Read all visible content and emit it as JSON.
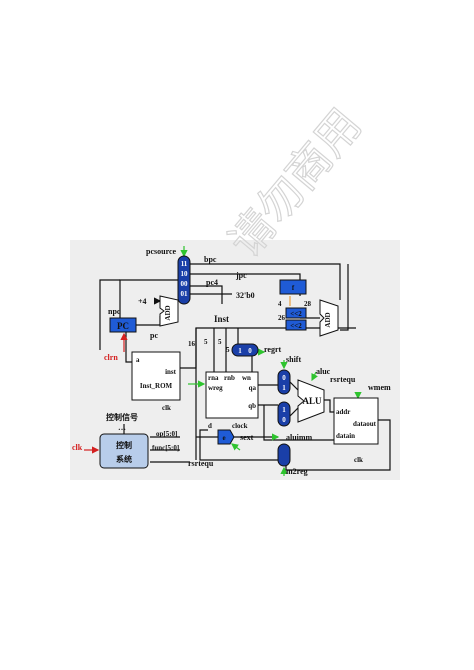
{
  "colors": {
    "panel_bg": "#eeeeee",
    "block_blue": "#1f5bd6",
    "mux_blue": "#1a3fa8",
    "ctrl_blue": "#b8cdea",
    "arrow_green": "#2ec42e",
    "arrow_red": "#d42020",
    "pc4_orange": "#e8a040"
  },
  "watermark": {
    "text": "请勿商用"
  },
  "signals": {
    "pcsource": "pcsource",
    "bpc": "bpc",
    "jpc": "jpc",
    "pc4": "pc4",
    "b32_0": "32'b0",
    "plus4": "+4",
    "npc": "npc",
    "pc_block": "PC",
    "pc": "pc",
    "clrn": "clrn",
    "inst_bus": "Inst",
    "sixteen": "16",
    "five_a": "5",
    "five_b": "5",
    "five_c": "5",
    "four": "4",
    "twentyeight": "28",
    "twentysix": "26",
    "regrt": "regrt",
    "shift": "shift",
    "aluc": "aluc",
    "rsrtequ_top": "rsrtequ",
    "wmem": "wmem",
    "alu": "ALU",
    "aluimm": "aluimm",
    "m2reg": "m2reg",
    "sext": "sext",
    "ctrl_signals": "控制信号",
    "dots": "…",
    "op": "op[5:0]",
    "func": "func[5:0]",
    "rsrtequ_bottom": "rsrtequ",
    "clk_main": "clk"
  },
  "blocks": {
    "add1": "ADD",
    "add2": "ADD",
    "rom_a": "a",
    "rom_inst": "inst",
    "rom_name": "Inst_ROM",
    "rom_clk": "clk",
    "rf_rna": "rna",
    "rf_rnb": "rnb",
    "rf_wn": "wn",
    "rf_wreg": "wreg",
    "rf_qa": "qa",
    "rf_qb": "qb",
    "rf_d": "d",
    "rf_clock": "clock",
    "ram_addr": "addr",
    "ram_dataout": "dataout",
    "ram_datain": "datain",
    "ram_clk": "clk",
    "shift_box": "<<2",
    "mux_sel_top": [
      "1",
      "0"
    ],
    "pc_mux_inputs": [
      "11",
      "10",
      "00",
      "01"
    ],
    "alu_mux_a": [
      "0",
      "1"
    ],
    "alu_mux_b": [
      "1",
      "0"
    ],
    "ctrl_line1": "控制",
    "ctrl_line2": "系统",
    "sext_box": "e",
    "jpc_box": "f"
  }
}
